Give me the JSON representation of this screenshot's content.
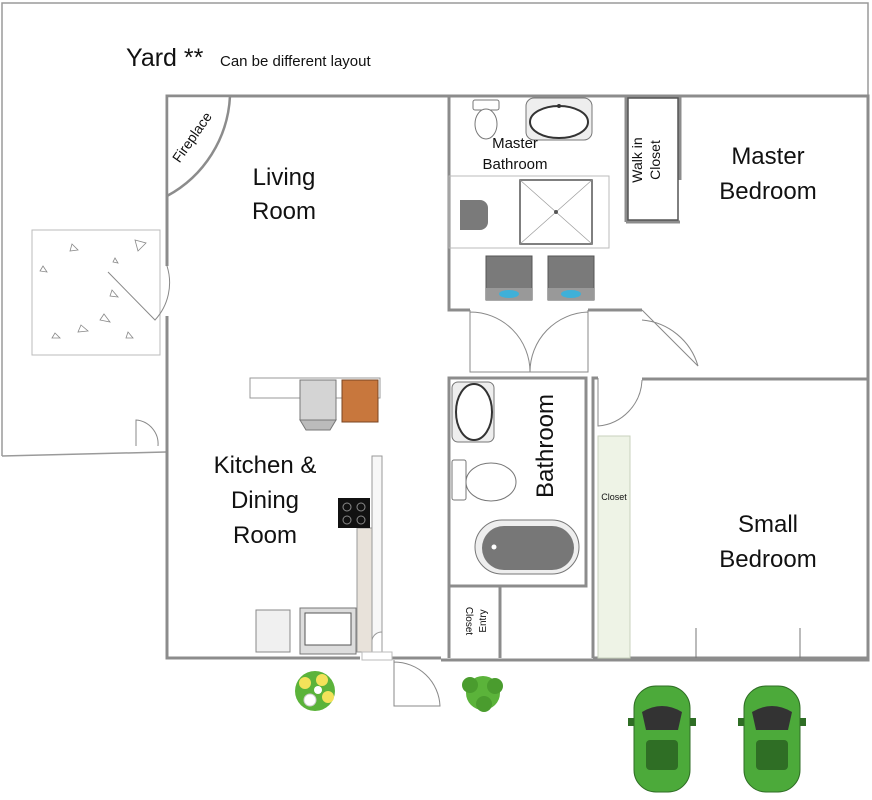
{
  "labels": {
    "yard": "Yard **",
    "yard_note": "Can be different layout",
    "fireplace": "Fireplace",
    "living_1": "Living",
    "living_2": "Room",
    "master_bath_1": "Master",
    "master_bath_2": "Bathroom",
    "walk_in_1": "Walk in",
    "walk_in_2": "Closet",
    "master_bed_1": "Master",
    "master_bed_2": "Bedroom",
    "kitchen_1": "Kitchen &",
    "kitchen_2": "Dining",
    "kitchen_3": "Room",
    "bathroom": "Bathroom",
    "closet": "Closet",
    "entry_1": "Entry",
    "entry_2": "Closet",
    "small_bed_1": "Small",
    "small_bed_2": "Bedroom"
  },
  "colors": {
    "wall": "#8c8c8c",
    "appliance": "#7a7a7a",
    "counter": "#d8d8d8",
    "cabinet": "#c8773d",
    "closet_fill": "#eef3e6",
    "car": "#4caa3a",
    "car_dark": "#2f6e25",
    "plant": "#5bb33a",
    "flower": "#f3e25a"
  },
  "icons": [
    "toilet-icon",
    "sink-icon",
    "shower-icon",
    "washer-icon",
    "dryer-icon",
    "bathtub-icon",
    "stove-icon",
    "dishwasher-icon",
    "car-icon",
    "plant-icon",
    "door-icon"
  ]
}
